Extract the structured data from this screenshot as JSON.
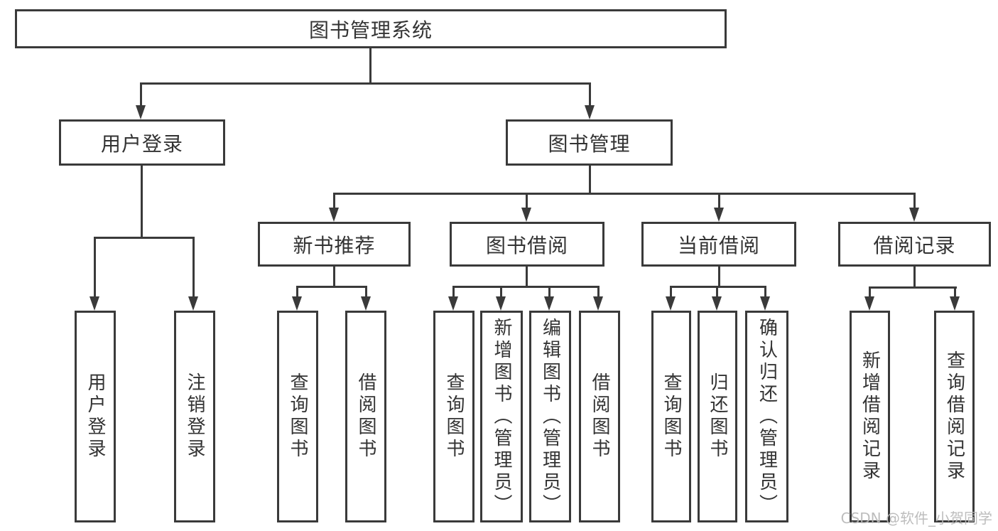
{
  "diagram": {
    "root": {
      "label": "图书管理系统",
      "children": [
        {
          "label": "用户登录",
          "children": [
            {
              "label": "用户登录"
            },
            {
              "label": "注销登录"
            }
          ]
        },
        {
          "label": "图书管理",
          "children": [
            {
              "label": "新书推荐",
              "children": [
                {
                  "label": "查询图书"
                },
                {
                  "label": "借阅图书"
                }
              ]
            },
            {
              "label": "图书借阅",
              "children": [
                {
                  "label": "查询图书"
                },
                {
                  "label": "新增图书（管理员）"
                },
                {
                  "label": "编辑图书（管理员）"
                },
                {
                  "label": "借阅图书"
                }
              ]
            },
            {
              "label": "当前借阅",
              "children": [
                {
                  "label": "查询图书"
                },
                {
                  "label": "归还图书"
                },
                {
                  "label": "确认归还（管理员）"
                }
              ]
            },
            {
              "label": "借阅记录",
              "children": [
                {
                  "label": "新增借阅记录"
                },
                {
                  "label": "查询借阅记录"
                }
              ]
            }
          ]
        }
      ]
    }
  },
  "watermark": {
    "text": "CSDN @软件_小贺同学"
  },
  "colors": {
    "line": "#3a3a3a",
    "text": "#333333",
    "box_background": "#ffffff",
    "watermark": "#b8b8b8"
  }
}
